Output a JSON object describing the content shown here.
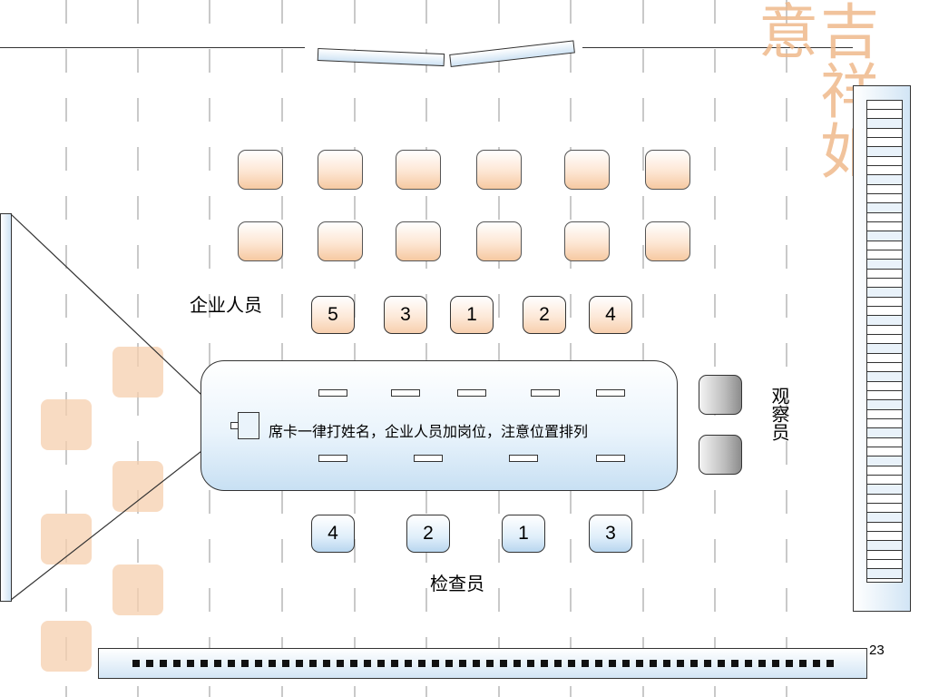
{
  "title_seal": "吉祥如意",
  "small_seal_text": "吉祥如意",
  "enterprise_label": "企业人员",
  "enterprise_seats": [
    "5",
    "3",
    "1",
    "2",
    "4"
  ],
  "table_note": "席卡一律打姓名，企业人员加岗位，注意位置排列",
  "observer_label": "观察员",
  "inspector_seats": [
    "4",
    "2",
    "1",
    "3"
  ],
  "inspector_label": "检查员",
  "page_number": "23",
  "colors": {
    "peach_fill": "#f7cfae",
    "blue_fill": "#c8e0f3",
    "seal": "#efb98b"
  }
}
